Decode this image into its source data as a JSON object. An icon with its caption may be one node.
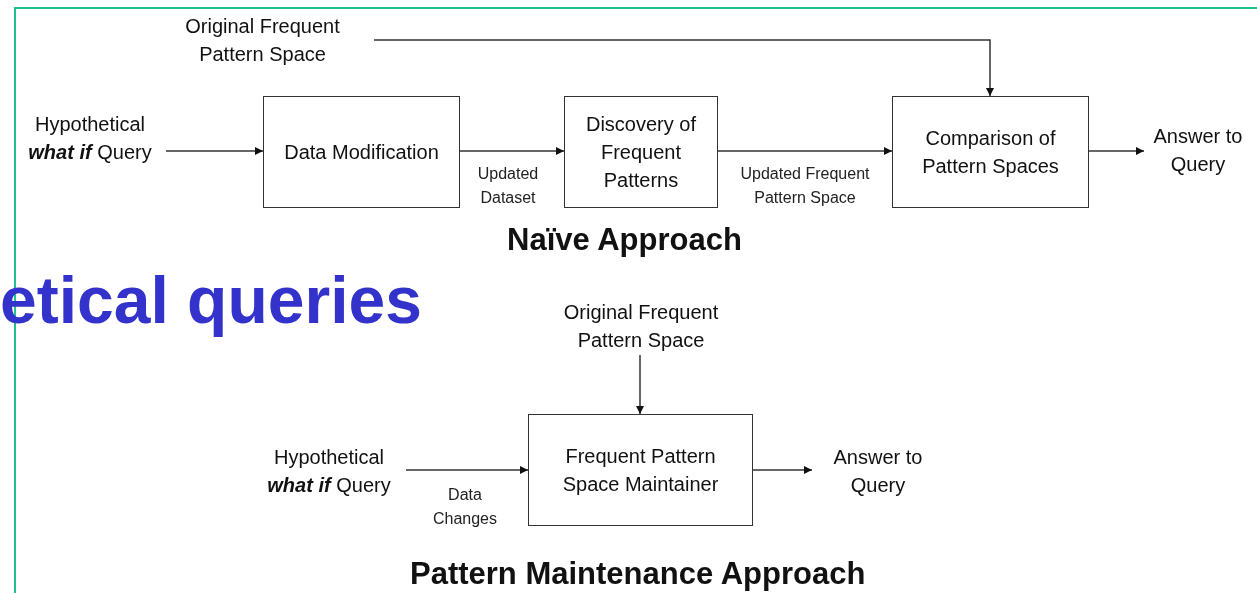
{
  "diagram": {
    "nodes": [
      {
        "text": [
          "Original Frequent Pattern Space"
        ]
      },
      {
        "text": [
          "Hypothetical **what if** Query"
        ]
      },
      {
        "text": [
          "Data Modification"
        ]
      },
      {
        "text": [
          "Discovery of Frequent Patterns"
        ]
      },
      {
        "text": [
          "Comparison of Pattern Spaces"
        ]
      },
      {
        "text": [
          "Answer to Query"
        ]
      },
      {
        "text": [
          "Original Frequent Pattern Space"
        ]
      },
      {
        "text": [
          "Hypothetical **what if** Query"
        ]
      },
      {
        "text": [
          "Frequent Pattern Space Maintainer"
        ]
      },
      {
        "text": [
          "Answer to Query"
        ]
      }
    ],
    "edges": [
      {
        "from": 1,
        "to": 2,
        "arrow": "to"
      },
      {
        "from": 2,
        "to": 3,
        "arrow": "to",
        "label": "Updated Dataset"
      },
      {
        "from": 3,
        "to": 4,
        "arrow": "to",
        "label": "Updated Frequent Pattern Space"
      },
      {
        "from": 0,
        "to": 4,
        "arrow": "to"
      },
      {
        "from": 4,
        "to": 5,
        "arrow": "to"
      },
      {
        "from": 6,
        "to": 8,
        "arrow": "to"
      },
      {
        "from": 7,
        "to": 8,
        "arrow": "to",
        "label": "Data Changes"
      },
      {
        "from": 8,
        "to": 9,
        "arrow": "to"
      }
    ],
    "labels": [
      "Naïve Approach",
      "etical queries",
      "Pattern Maintenance Approach"
    ]
  }
}
